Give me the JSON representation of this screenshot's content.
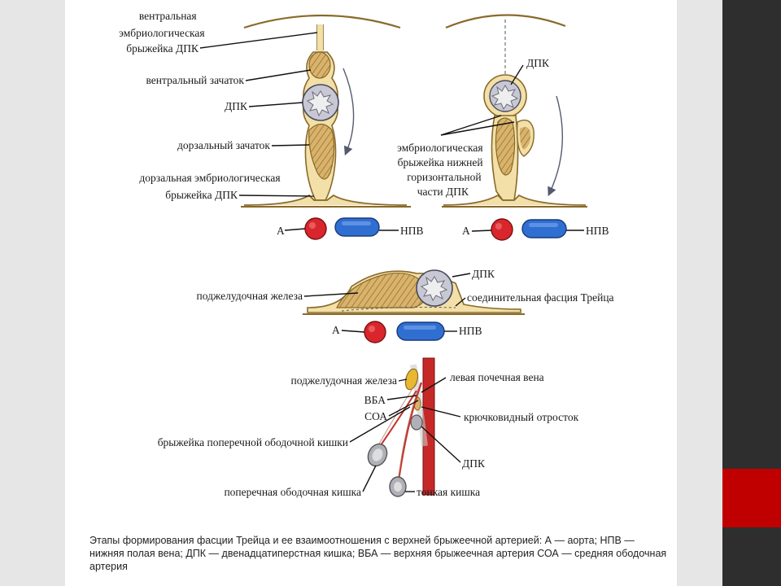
{
  "colors": {
    "slide_background": "#e6e6e6",
    "dark_bar": "#2e2e2e",
    "accent_red": "#c00000",
    "gland_fill": "#d9b36b",
    "gland_outline": "#8a6a2a",
    "membrane": "#f2e0a8",
    "aorta": "#d9262c",
    "ivc": "#2f6fd1",
    "dpk_ring": "#b8b8c8",
    "artery_line": "#c8322a",
    "vein_band": "#c62828"
  },
  "panel1": {
    "ventral_mesentery": "вентральная\nэмбриологическая\nбрыжейка ДПК",
    "ventral_bud": "вентральный зачаток",
    "dpk": "ДПК",
    "dorsal_bud": "дорзальный зачаток",
    "dorsal_mesentery": "дорзальная эмбриологическая\nбрыжейка ДПК",
    "aorta": "А",
    "ivc": "НПВ"
  },
  "panel2": {
    "dpk": "ДПК",
    "mesentery": "эмбриологическая\nбрыжейка нижней\nгоризонтальной\nчасти ДПК",
    "aorta": "А",
    "ivc": "НПВ"
  },
  "panel3": {
    "pancreas": "поджелудочная железа",
    "dpk": "ДПК",
    "treitz_fascia": "соединительная фасция Трейца",
    "aorta": "А",
    "ivc": "НПВ"
  },
  "panel4": {
    "pancreas": "поджелудочная железа",
    "left_renal_vein": "левая почечная вена",
    "sma": "ВБА",
    "mca": "СОА",
    "uncinate": "крючковидный отросток",
    "transverse_mesocolon": "брыжейка поперечной ободочной кишки",
    "dpk": "ДПК",
    "transverse_colon": "поперечная ободочная кишка",
    "small_intestine": "тонкая кишка"
  },
  "caption": "Этапы формирования фасции Трейца и ее взаимоотношения с верхней брыжеечной артерией: А — аорта; НПВ — нижняя полая вена; ДПК — двенадцатиперстная кишка; ВБА — верхняя брыжеечная артерия СОА — средняя ободочная артерия"
}
